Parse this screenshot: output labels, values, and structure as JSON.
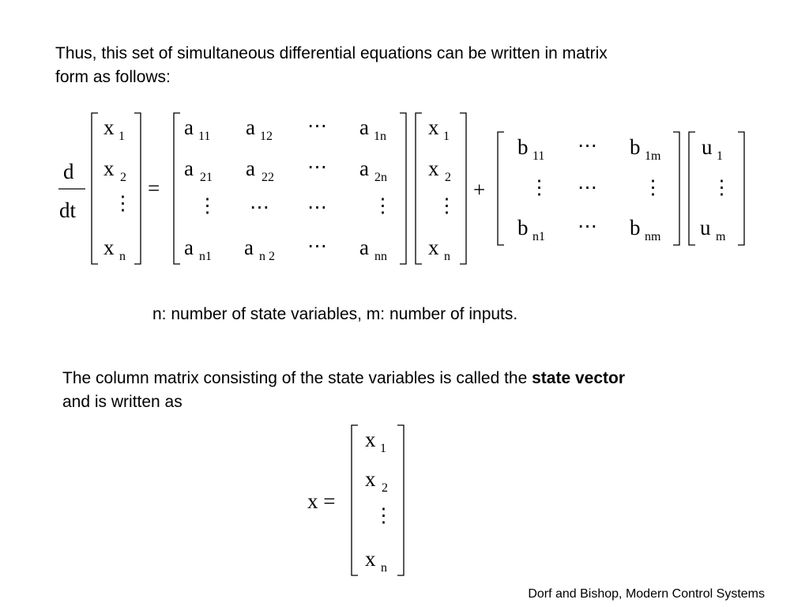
{
  "intro": {
    "line1": "Thus, this set of simultaneous differential equations can be written in matrix",
    "line2": "form as follows:"
  },
  "equation": {
    "d": "d",
    "dt": "dt",
    "equals": "=",
    "plus": "+",
    "lhs_vector": [
      "x",
      "x",
      "x"
    ],
    "lhs_subs": [
      "1",
      "2",
      "n"
    ],
    "a_row1": {
      "bases": [
        "a",
        "a",
        "a"
      ],
      "subs": [
        "11",
        "12",
        "1n"
      ]
    },
    "a_row2": {
      "bases": [
        "a",
        "a",
        "a"
      ],
      "subs": [
        "21",
        "22",
        "2n"
      ]
    },
    "a_row4": {
      "bases": [
        "a",
        "a",
        "a"
      ],
      "subs": [
        "n1",
        "n 2",
        "nn"
      ]
    },
    "x_vector": [
      "x",
      "x",
      "x"
    ],
    "x_subs": [
      "1",
      "2",
      "n"
    ],
    "b_row1": {
      "bases": [
        "b",
        "b"
      ],
      "subs": [
        "11",
        "1m"
      ]
    },
    "b_row3": {
      "bases": [
        "b",
        "b"
      ],
      "subs": [
        "n1",
        "nm"
      ]
    },
    "u_vector": [
      "u",
      "u"
    ],
    "u_subs": [
      "1",
      "m"
    ]
  },
  "note": "n: number of state variables, m: number of inputs.",
  "state_vector_text": {
    "before": "The column matrix consisting of the state variables is called the ",
    "bold": "state vector",
    "after": "and is written as"
  },
  "state_eq": {
    "lhs": "x =",
    "vector": [
      "x",
      "x",
      "x"
    ],
    "subs": [
      "1",
      "2",
      "n"
    ]
  },
  "credit": "Dorf and Bishop, Modern Control Systems"
}
